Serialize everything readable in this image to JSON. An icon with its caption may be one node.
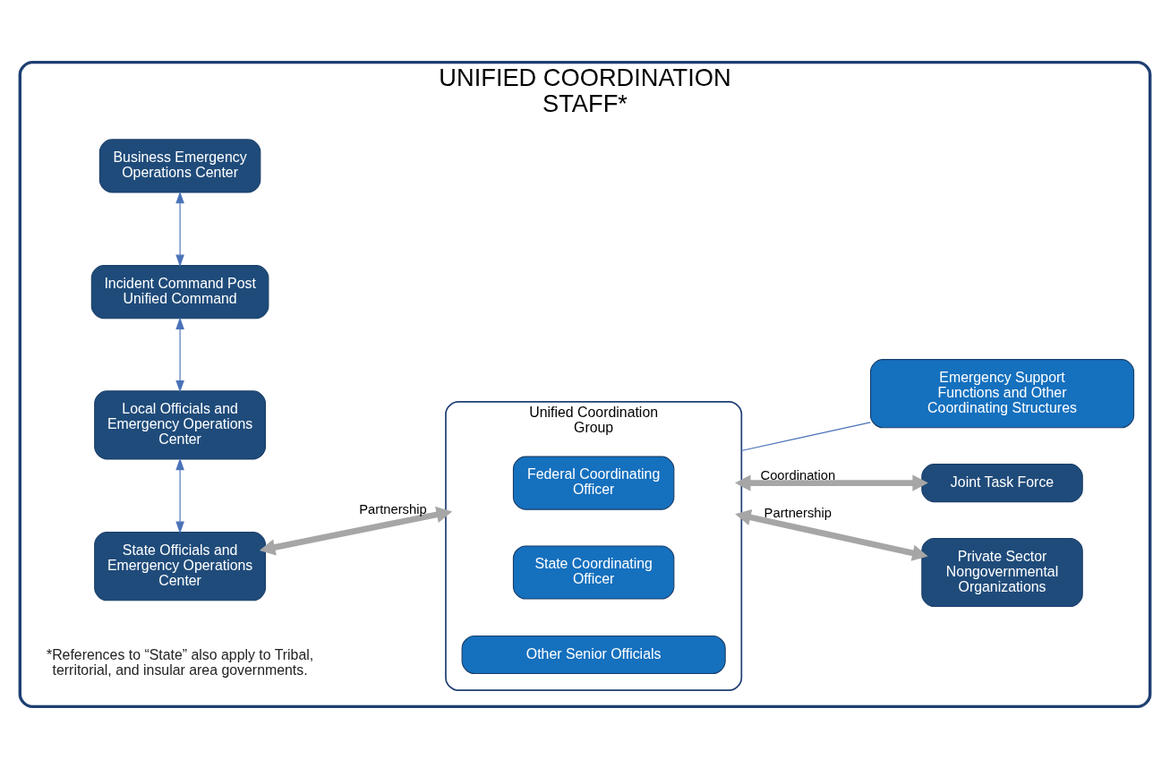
{
  "diagram": {
    "nodes": [
      {
        "text": [
          "UNIFIED COORDINATION STAFF*"
        ]
      },
      {
        "text": [
          "State Officials and Emergency Operations Center"
        ],
        "in": 0
      },
      {
        "text": [
          "Unified Coordination Group"
        ],
        "in": 0
      },
      {
        "text": [
          "Federal Coordinating Officer"
        ],
        "in": 2
      },
      {
        "text": [
          "State Coordinating Officer"
        ],
        "in": 2
      },
      {
        "text": [
          "Other Senior Officials"
        ],
        "in": 2
      },
      {
        "text": [
          "Private Sector Nongovernmental Organizations"
        ],
        "in": 0
      },
      {
        "text": [
          "Local Officials and Emergency Operations Center"
        ],
        "in": 0
      },
      {
        "text": [
          "Joint Task Force"
        ],
        "in": 0
      },
      {
        "text": [
          "Incident Command Post Unified Command"
        ],
        "in": 0
      },
      {
        "text": [
          "Emergency Support Functions and Other Coordinating Structures"
        ],
        "in": 0
      },
      {
        "text": [
          "Business Emergency Operations Center"
        ],
        "in": 0
      }
    ],
    "edges": [
      {
        "from": 1,
        "to": 2,
        "arrow": "both",
        "label": "Partnership",
        "style": "thick",
        "color": "#a6a6a6"
      },
      {
        "from": 2,
        "to": 6,
        "arrow": "both",
        "label": "Partnership",
        "style": "thick",
        "color": "#a6a6a6"
      },
      {
        "from": 2,
        "to": 8,
        "arrow": "both",
        "label": "Coordination",
        "style": "thick",
        "color": "#a6a6a6"
      },
      {
        "from": 1,
        "to": 7,
        "arrow": "both"
      },
      {
        "from": 7,
        "to": 9,
        "arrow": "both"
      },
      {
        "from": 9,
        "to": 11,
        "arrow": "both"
      },
      {
        "from": 2,
        "to": 10,
        "arrow": "none"
      }
    ],
    "labels": [
      "*References to “State” also apply to Tribal, territorial, and insular area governments."
    ]
  }
}
